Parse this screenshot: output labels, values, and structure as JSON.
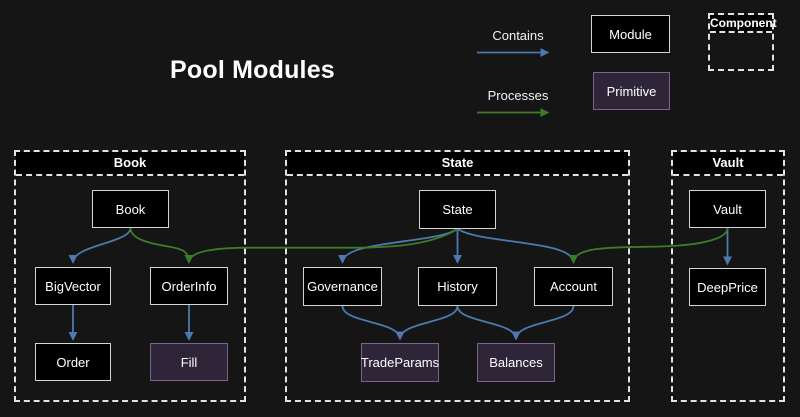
{
  "title": "Pool Modules",
  "legend": {
    "contains_label": "Contains",
    "processes_label": "Processes",
    "module_label": "Module",
    "primitive_label": "Primitive",
    "component_label": "Component"
  },
  "colors": {
    "background": "#151515",
    "contains_edge_blue": "#4c79ae",
    "processes_edge_green": "#3e7b27",
    "module_fill": "#000000",
    "module_border": "#d4d4d4",
    "primitive_fill": "#2e2539",
    "primitive_border": "#7a648c",
    "component_dash": "#e2e2e2",
    "text": "#ffffff"
  },
  "diagram": {
    "containers": [
      {
        "id": "book",
        "label": "Book"
      },
      {
        "id": "state",
        "label": "State"
      },
      {
        "id": "vault",
        "label": "Vault"
      }
    ],
    "nodes": {
      "book": {
        "label": "Book",
        "type": "module",
        "container": "book"
      },
      "bigvector": {
        "label": "BigVector",
        "type": "module",
        "container": "book"
      },
      "orderinfo": {
        "label": "OrderInfo",
        "type": "module",
        "container": "book"
      },
      "order": {
        "label": "Order",
        "type": "module",
        "container": "book"
      },
      "fill": {
        "label": "Fill",
        "type": "primitive",
        "container": "book"
      },
      "state": {
        "label": "State",
        "type": "module",
        "container": "state"
      },
      "governance": {
        "label": "Governance",
        "type": "module",
        "container": "state"
      },
      "history": {
        "label": "History",
        "type": "module",
        "container": "state"
      },
      "account": {
        "label": "Account",
        "type": "module",
        "container": "state"
      },
      "tradeparams": {
        "label": "TradeParams",
        "type": "primitive",
        "container": "state"
      },
      "balances": {
        "label": "Balances",
        "type": "primitive",
        "container": "state"
      },
      "vault": {
        "label": "Vault",
        "type": "module",
        "container": "vault"
      },
      "deepprice": {
        "label": "DeepPrice",
        "type": "module",
        "container": "vault"
      }
    },
    "edges": [
      {
        "from": "book",
        "to": "bigvector",
        "type": "contains"
      },
      {
        "from": "bigvector",
        "to": "order",
        "type": "contains"
      },
      {
        "from": "orderinfo",
        "to": "fill",
        "type": "contains"
      },
      {
        "from": "state",
        "to": "governance",
        "type": "contains"
      },
      {
        "from": "state",
        "to": "history",
        "type": "contains"
      },
      {
        "from": "state",
        "to": "account",
        "type": "contains"
      },
      {
        "from": "governance",
        "to": "tradeparams",
        "type": "contains"
      },
      {
        "from": "history",
        "to": "tradeparams",
        "type": "contains"
      },
      {
        "from": "history",
        "to": "balances",
        "type": "contains"
      },
      {
        "from": "account",
        "to": "balances",
        "type": "contains"
      },
      {
        "from": "vault",
        "to": "deepprice",
        "type": "contains"
      },
      {
        "from": "book",
        "to": "orderinfo",
        "type": "processes"
      },
      {
        "from": "state",
        "to": "orderinfo",
        "type": "processes"
      },
      {
        "from": "vault",
        "to": "account",
        "type": "processes"
      }
    ]
  }
}
